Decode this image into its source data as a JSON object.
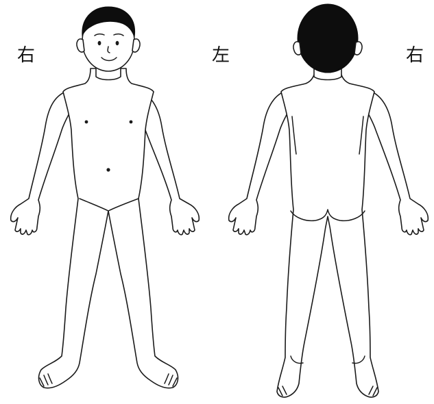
{
  "labels": {
    "front_right": "右",
    "center_left": "左",
    "back_right": "右"
  },
  "colors": {
    "background": "#ffffff",
    "outline": "#1a1a1a",
    "hair": "#0d0d0d"
  },
  "figures": [
    {
      "view": "front"
    },
    {
      "view": "back"
    }
  ]
}
